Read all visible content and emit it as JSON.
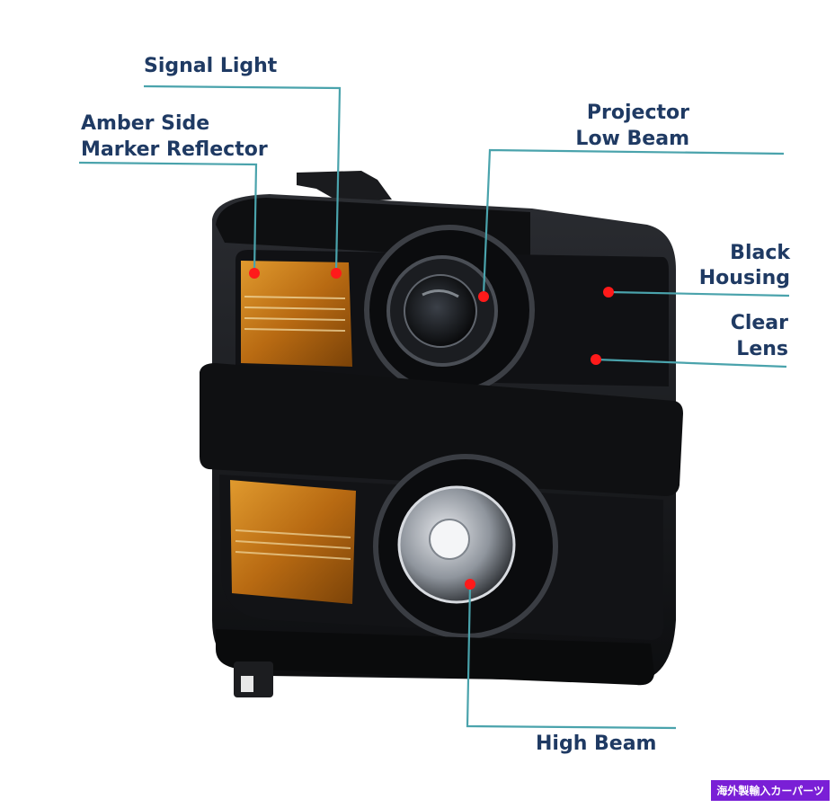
{
  "labels": {
    "signal_light": "Signal Light",
    "amber_side_1": "Amber Side",
    "amber_side_2": "Marker Reflector",
    "projector_1": "Projector",
    "projector_2": "Low Beam",
    "black_housing_1": "Black",
    "black_housing_2": "Housing",
    "clear_lens_1": "Clear",
    "clear_lens_2": "Lens",
    "high_beam": "High Beam"
  },
  "watermark": "海外製輸入カーパーツ",
  "colors": {
    "label_text": "#1f3a63",
    "leader_line": "#4aa3ac",
    "marker_dot": "#ff1a1a",
    "housing": "#141518",
    "amber": "#c8801a",
    "watermark_bg": "#7a1fd6"
  }
}
